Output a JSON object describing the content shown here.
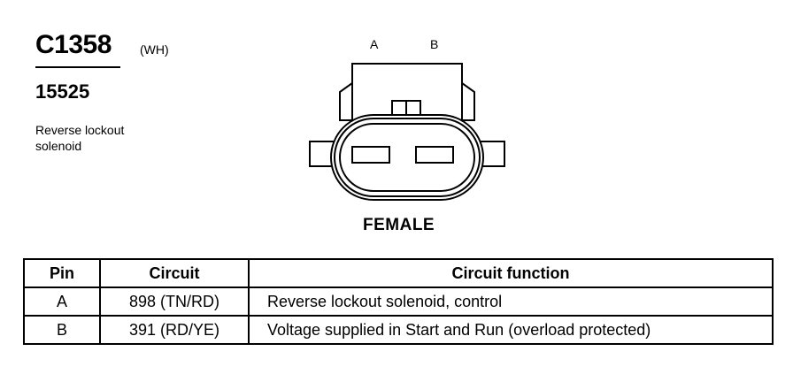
{
  "connector": {
    "id": "C1358",
    "color_code": "(WH)",
    "part_number": "15525",
    "description": "Reverse lockout solenoid",
    "pin_labels": [
      "A",
      "B"
    ],
    "gender": "FEMALE"
  },
  "table": {
    "headers": {
      "pin": "Pin",
      "circuit": "Circuit",
      "function": "Circuit function"
    },
    "rows": [
      {
        "pin": "A",
        "circuit": "898 (TN/RD)",
        "function": "Reverse lockout solenoid, control"
      },
      {
        "pin": "B",
        "circuit": "391 (RD/YE)",
        "function": "Voltage supplied in Start and Run (overload protected)"
      }
    ]
  }
}
